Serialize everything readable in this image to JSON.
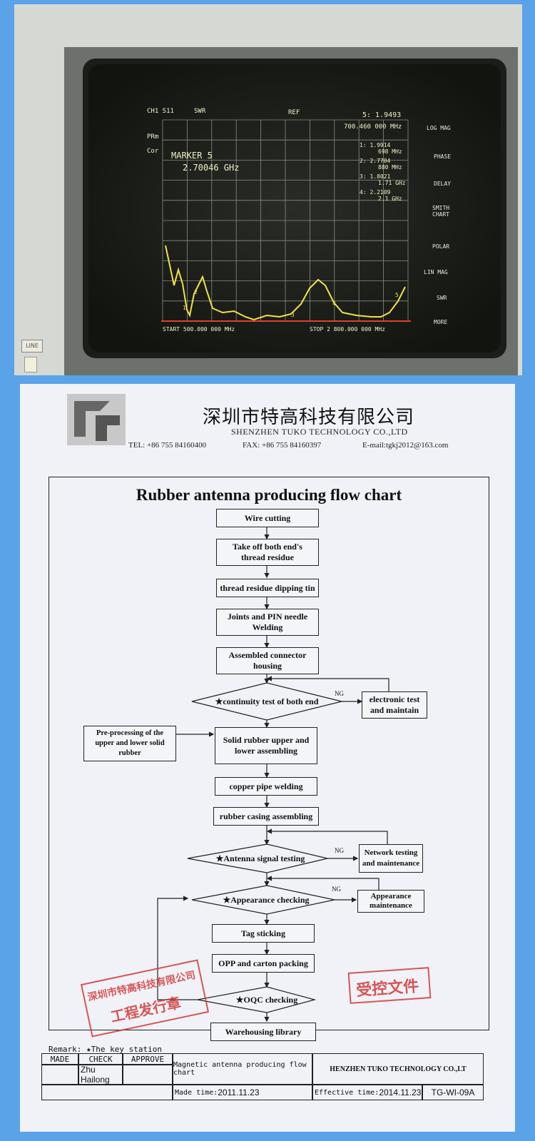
{
  "analyzer": {
    "header_left": "CH1 S11",
    "header_mode": "SWR",
    "header_ref": "REF",
    "header_marker_readout": "5: 1.9493",
    "header_freq": "700.460 000 MHz",
    "label_prm": "PRm",
    "label_cor": "Cor",
    "marker_title": "MARKER 5",
    "marker_value": "2.70046 GHz",
    "markers": [
      {
        "val": "1: 1.9914",
        "freq": "698 MHz"
      },
      {
        "val": "2: 2.7704",
        "freq": "880 MHz"
      },
      {
        "val": "3: 1.8021",
        "freq": "1.71 GHz"
      },
      {
        "val": "4: 2.2109",
        "freq": "2.1 GHz"
      }
    ],
    "start_label": "START 500.000 000 MHz",
    "stop_label": "STOP 2 800.000 000 MHz",
    "softkeys": [
      "LOG MAG",
      "PHASE",
      "DELAY",
      "SMITH",
      "CHART",
      "POLAR",
      "LIN MAG",
      "SWR",
      "MORE"
    ],
    "line_label": "LINE"
  },
  "document": {
    "company_cn": "深圳市特高科技有限公司",
    "company_en": "SHENZHEN TUKO TECHNOLOGY CO.,LTD",
    "tel": "TEL: +86 755 84160400",
    "fax": "FAX: +86 755 84160397",
    "email": "E-mail:tgkj2012@163.com",
    "chart_title": "Rubber antenna producing flow chart",
    "steps": {
      "wire_cutting": "Wire cutting",
      "take_off_1": "Take off both end's",
      "take_off_2": "thread residue",
      "dipping": "thread residue dipping tin",
      "joints_1": "Joints and PIN needle",
      "joints_2": "Welding",
      "assembled_1": "Assembled connector",
      "assembled_2": "housing",
      "continuity": "continuity test of both end",
      "electronic_1": "electronic test",
      "electronic_2": "and maintain",
      "preprocess_1": "Pre-processing of the",
      "preprocess_2": "upper and lower solid",
      "preprocess_3": "rubber",
      "solid_1": "Solid rubber upper and",
      "solid_2": "lower assembling",
      "copper": "copper pipe welding",
      "casing": "rubber casing assembling",
      "signal": "Antenna signal testing",
      "network_1": "Network testing",
      "network_2": "and maintenance",
      "appearance": "Appearance checking",
      "appearance_m_1": "Appearance",
      "appearance_m_2": "maintenance",
      "tag": "Tag sticking",
      "opp": "OPP and carton packing",
      "oqc": "OQC checking",
      "warehousing": "Warehousing library"
    },
    "star": "★",
    "ng": "NG",
    "stamp_left_1": "深圳市特高科技有限公司",
    "stamp_left_2": "工程发行章",
    "stamp_right": "受控文件",
    "remark": "Remark: ★The key station",
    "footer": {
      "made": "MADE",
      "check": "CHECK",
      "approve": "APPROVE",
      "maker_name": "Zhu Hailong",
      "doc_title": "Magnetic antenna producing flow chart",
      "company_short": "HENZHEN TUKO TECHNOLOGY CO.,LT",
      "made_time_label": "Made time:",
      "made_time": "2011.11.23",
      "effective_label": "Effective time:",
      "effective_time": "2014.11.23",
      "doc_no": "TG-WI-09A"
    }
  }
}
